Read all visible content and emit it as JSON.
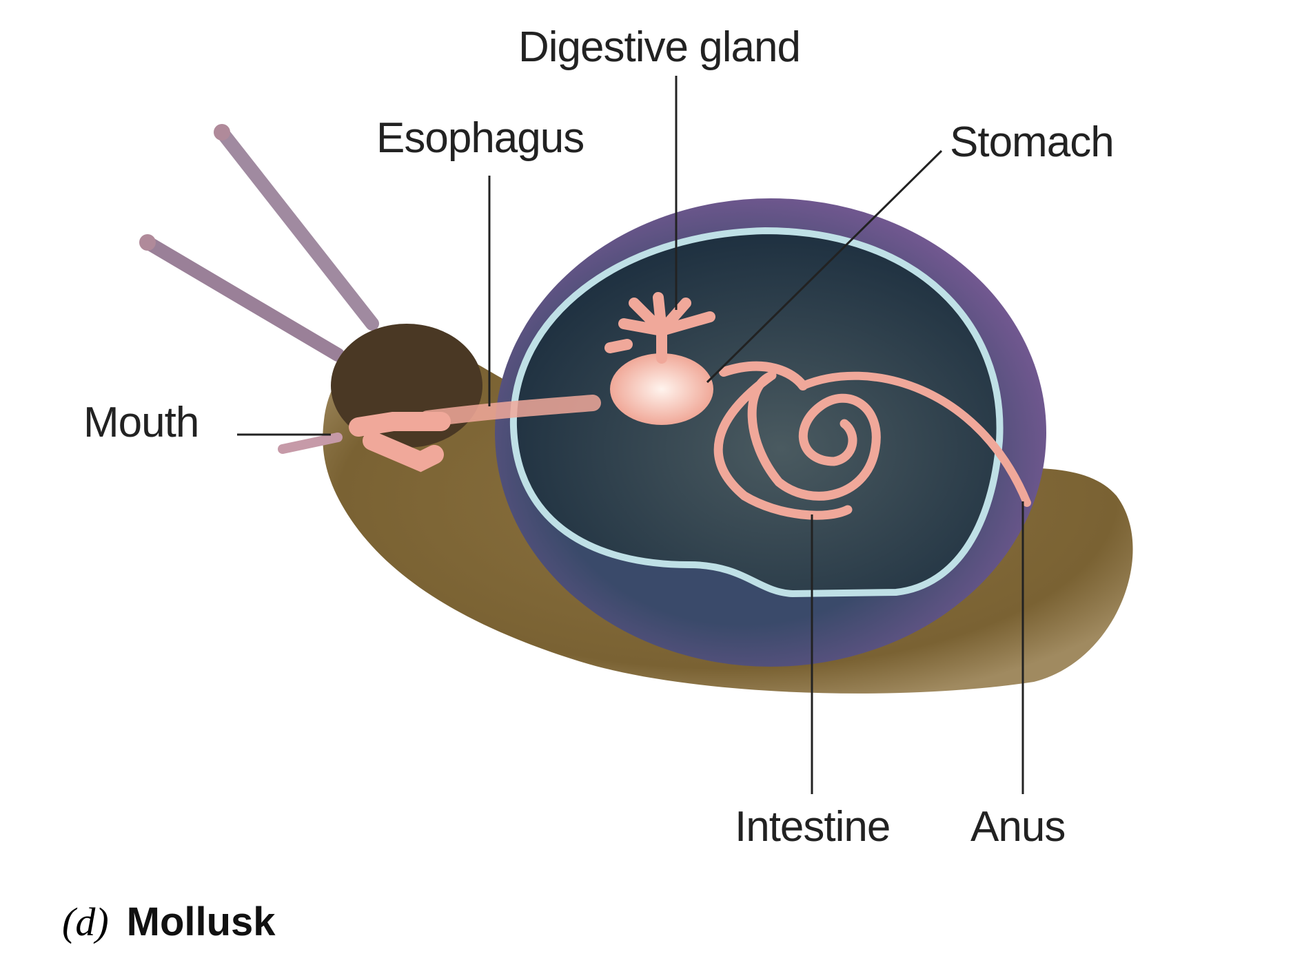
{
  "labels": {
    "digestive_gland": "Digestive gland",
    "esophagus": "Esophagus",
    "stomach": "Stomach",
    "mouth": "Mouth",
    "intestine": "Intestine",
    "anus": "Anus"
  },
  "caption": {
    "letter": "(d)",
    "title": "Mollusk"
  },
  "colors": {
    "shell": "#6a4f8a",
    "shell_inner": "#2c3e4c",
    "body": "#7a6236",
    "gut": "#f0a89a",
    "line": "#222222"
  }
}
